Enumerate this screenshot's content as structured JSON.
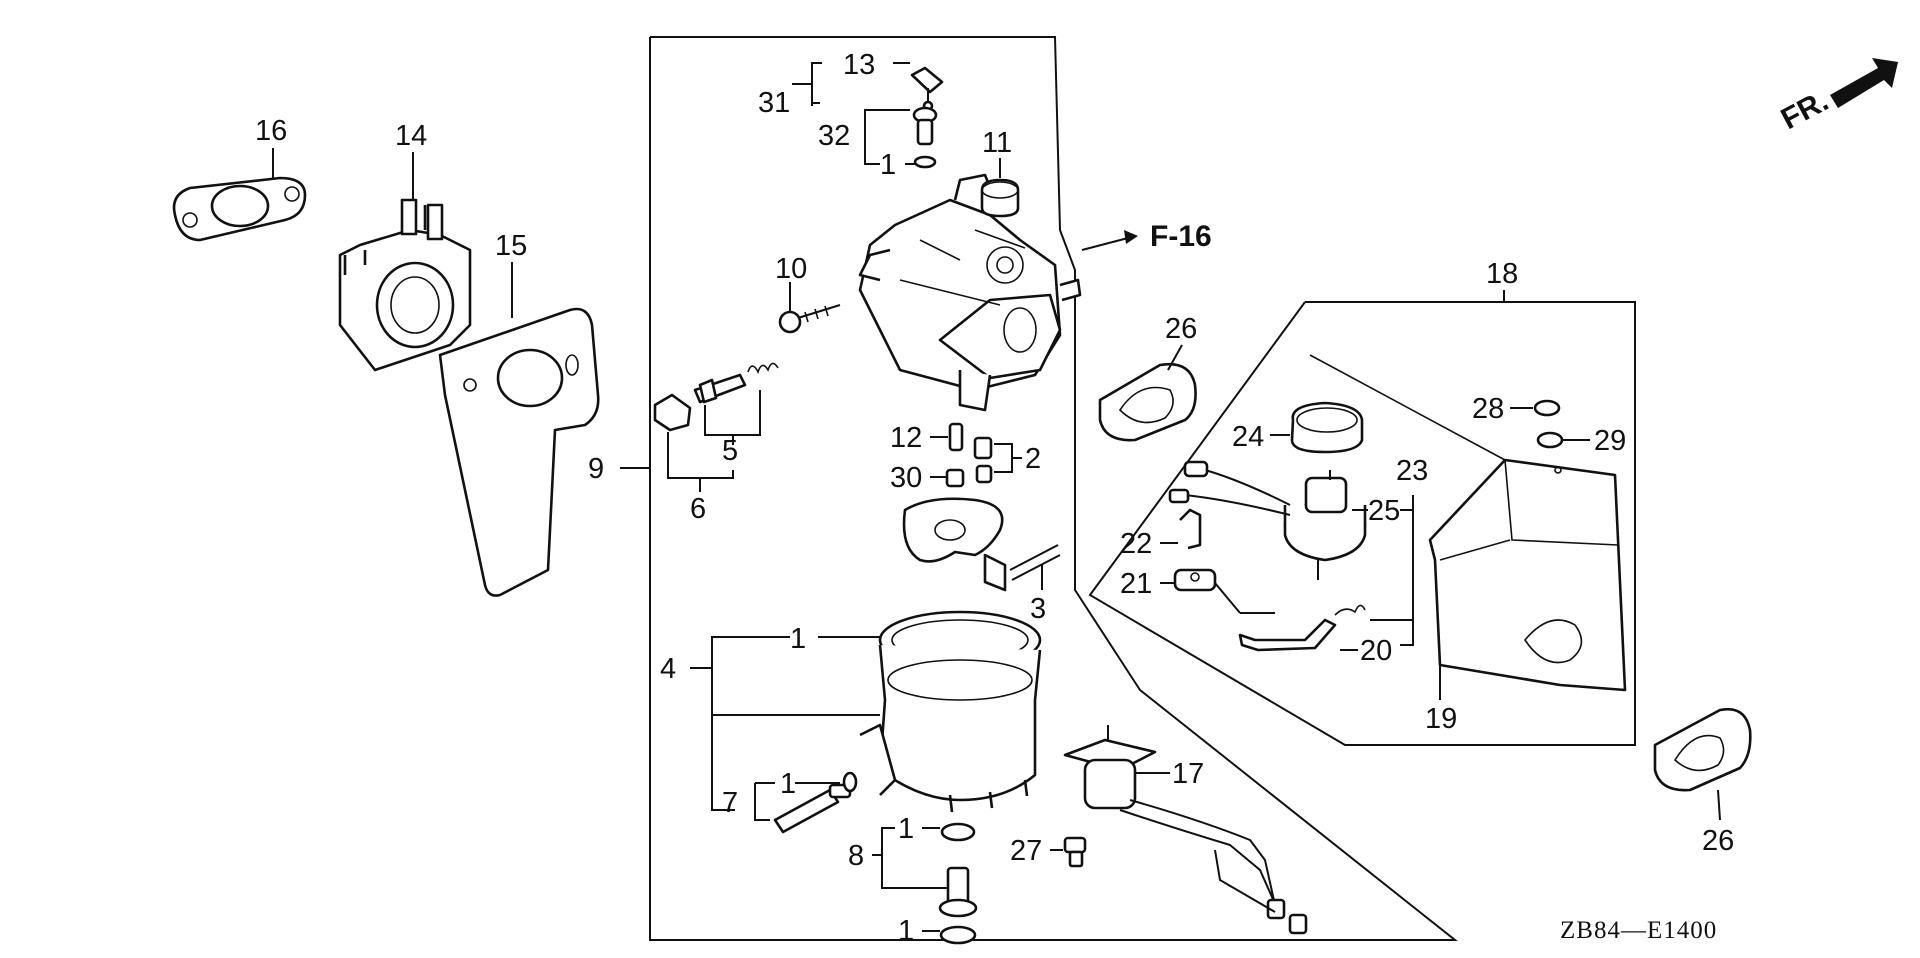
{
  "diagram": {
    "reference_label": "F-16",
    "diagram_code": "ZB84—E1400",
    "front_indicator": "FR.",
    "callouts": {
      "c1_top": "1",
      "c1_float": "1",
      "c1_jet": "1",
      "c1_drain": "1",
      "c1_bottom": "1",
      "c2": "2",
      "c3": "3",
      "c4": "4",
      "c5": "5",
      "c6": "6",
      "c7": "7",
      "c8": "8",
      "c9": "9",
      "c10": "10",
      "c11": "11",
      "c12": "12",
      "c13": "13",
      "c14": "14",
      "c15": "15",
      "c16": "16",
      "c17": "17",
      "c18": "18",
      "c19": "19",
      "c20": "20",
      "c21": "21",
      "c22": "22",
      "c23": "23",
      "c24": "24",
      "c25": "25",
      "c26_left": "26",
      "c26_right": "26",
      "c27": "27",
      "c28": "28",
      "c29": "29",
      "c30": "30",
      "c31": "31",
      "c32": "32"
    }
  }
}
